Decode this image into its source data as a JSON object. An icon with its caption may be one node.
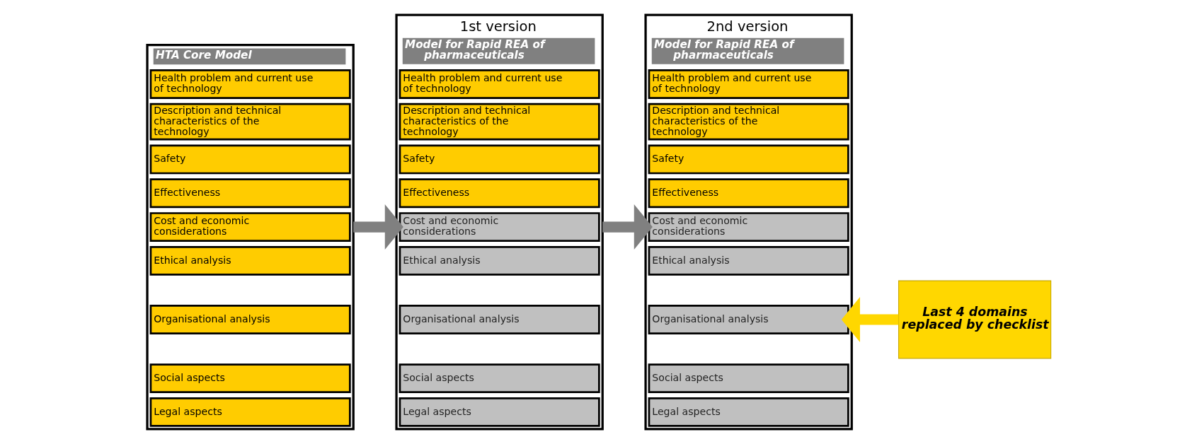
{
  "diagram": {
    "nodes": [
      {
        "text": [
          "HTA Core Model"
        ]
      },
      {
        "text": [
          "Health problem and current use of technology"
        ],
        "in": 0
      },
      {
        "text": [
          "Description and technical characteristics of the technology"
        ],
        "in": 0
      },
      {
        "text": [
          "Safety"
        ],
        "in": 0
      },
      {
        "text": [
          "Effectiveness"
        ],
        "in": 0
      },
      {
        "text": [
          "Cost and economic considerations"
        ],
        "in": 0
      },
      {
        "text": [
          "Ethical analysis"
        ],
        "in": 0
      },
      {
        "text": [
          "Organisational analysis"
        ],
        "in": 0
      },
      {
        "text": [
          "Social aspects"
        ],
        "in": 0
      },
      {
        "text": [
          "Legal aspects"
        ],
        "in": 0
      },
      {
        "text": [
          "Model for Rapid REA of pharmaceuticals"
        ],
        "beside": [
          "1st version"
        ]
      },
      {
        "text": [
          "Health problem and current use of technology"
        ],
        "in": 10
      },
      {
        "text": [
          "Description and technical characteristics of the technology"
        ],
        "in": 10
      },
      {
        "text": [
          "Safety"
        ],
        "in": 10
      },
      {
        "text": [
          "Effectiveness"
        ],
        "in": 10
      },
      {
        "text": [
          "Cost and economic considerations"
        ],
        "in": 10
      },
      {
        "text": [
          "Ethical analysis"
        ],
        "in": 10
      },
      {
        "text": [
          "Organisational analysis"
        ],
        "in": 10
      },
      {
        "text": [
          "Social aspects"
        ],
        "in": 10
      },
      {
        "text": [
          "Legal aspects"
        ],
        "in": 10
      },
      {
        "text": [
          "Model for Rapid REA of pharmaceuticals"
        ],
        "beside": [
          "2nd version"
        ]
      },
      {
        "text": [
          "Health problem and current use of technology"
        ],
        "in": 20
      },
      {
        "text": [
          "Description and technical characteristics of the technology"
        ],
        "in": 20
      },
      {
        "text": [
          "Safety"
        ],
        "in": 20
      },
      {
        "text": [
          "Effectiveness"
        ],
        "in": 20
      },
      {
        "text": [
          "Cost and economic considerations"
        ],
        "in": 20
      },
      {
        "text": [
          "Ethical analysis"
        ],
        "in": 20
      },
      {
        "text": [
          "Organisational analysis"
        ],
        "in": 20
      },
      {
        "text": [
          "Social aspects"
        ],
        "in": 20
      },
      {
        "text": [
          "Legal aspects"
        ],
        "in": 20
      },
      {
        "text": [
          "Last 4 domains replaced by checklist"
        ]
      }
    ],
    "edges": [
      {
        "from": 0,
        "to": 10,
        "arrow": "to"
      },
      {
        "from": 10,
        "to": 20,
        "arrow": "to"
      },
      {
        "from": 30,
        "to": 27,
        "arrow": "to",
        "color": "#ffd700"
      }
    ]
  }
}
